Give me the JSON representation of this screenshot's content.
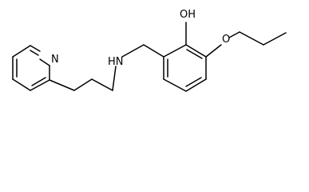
{
  "labels": {
    "hydroxyl": "OH",
    "ether_oxygen": "O",
    "amine": "HN",
    "pyridine_nitrogen": "N"
  },
  "colors": {
    "bond": "#000000",
    "text": "#000000",
    "background": "#ffffff"
  }
}
